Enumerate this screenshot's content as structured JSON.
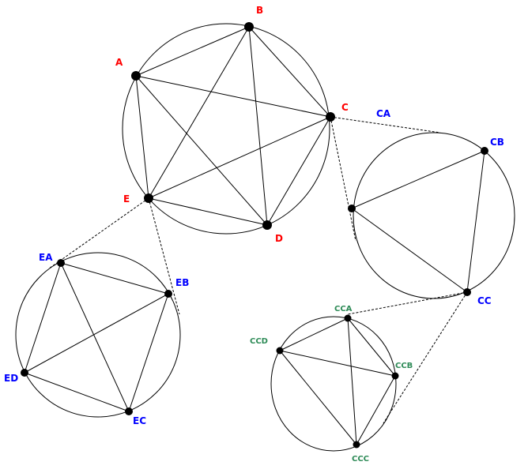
{
  "colors": {
    "primary": "#ff0000",
    "secondary": "#0000ff",
    "tertiary": "#2e8b57",
    "line": "#000000"
  },
  "groups": {
    "main": {
      "nodes": [
        "A",
        "B",
        "C",
        "D",
        "E"
      ]
    },
    "c_sub": {
      "nodes": [
        "CA",
        "CB",
        "CC"
      ]
    },
    "cc_sub": {
      "nodes": [
        "CCA",
        "CCB",
        "CCC",
        "CCD"
      ]
    },
    "e_sub": {
      "nodes": [
        "EA",
        "EB",
        "EC",
        "ED"
      ]
    }
  }
}
